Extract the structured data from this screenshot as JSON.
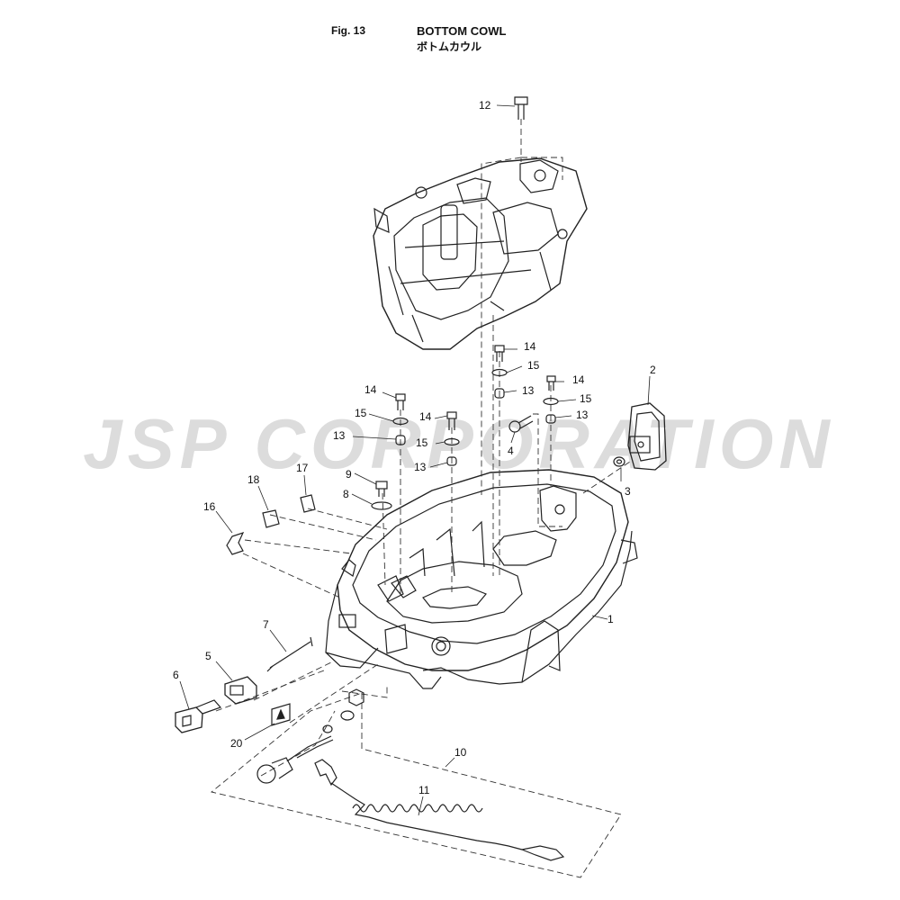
{
  "header": {
    "figure_label": "Fig. 13",
    "title_en": "BOTTOM COWL",
    "title_ja": "ボトムカウル"
  },
  "watermark": {
    "text": "JSP CORPORATION",
    "color": "#d9d9d9"
  },
  "colors": {
    "line": "#222222",
    "guide": "#333333"
  },
  "callouts": {
    "c1": "1",
    "c2": "2",
    "c3": "3",
    "c4": "4",
    "c5": "5",
    "c6": "6",
    "c7": "7",
    "c8": "8",
    "c9": "9",
    "c10": "10",
    "c11": "11",
    "c12": "12",
    "c13a": "13",
    "c13b": "13",
    "c13c": "13",
    "c13d": "13",
    "c14a": "14",
    "c14b": "14",
    "c14c": "14",
    "c14d": "14",
    "c15a": "15",
    "c15b": "15",
    "c15c": "15",
    "c15d": "15",
    "c16": "16",
    "c17": "17",
    "c18": "18",
    "c20": "20"
  }
}
